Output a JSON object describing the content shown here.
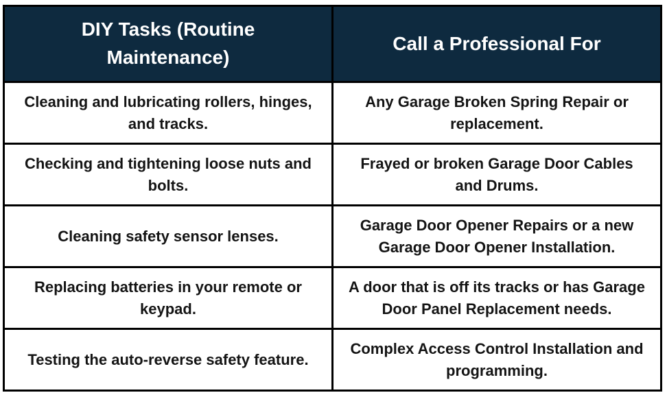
{
  "table": {
    "headers": [
      {
        "label": "DIY Tasks (Routine\nMaintenance)"
      },
      {
        "label": "Call a Professional For"
      }
    ],
    "rows": [
      {
        "diy": "Cleaning and lubricating rollers, hinges,\nand tracks.",
        "pro": "Any Garage Broken Spring Repair or\nreplacement."
      },
      {
        "diy": "Checking and tightening loose nuts and\nbolts.",
        "pro": "Frayed or broken Garage Door Cables\nand Drums."
      },
      {
        "diy": "Cleaning safety sensor lenses.",
        "pro": "Garage Door Opener Repairs or a new\nGarage Door Opener Installation."
      },
      {
        "diy": "Replacing batteries in your remote or\nkeypad.",
        "pro": "A door that is off its tracks or has Garage\nDoor Panel Replacement needs."
      },
      {
        "diy": "Testing the auto-reverse safety feature.",
        "pro": "Complex Access Control Installation and\nprogramming."
      }
    ]
  },
  "colors": {
    "header_bg": "#0e2a3f",
    "header_text": "#ffffff",
    "body_text": "#141414",
    "border": "#000000",
    "cell_bg": "#ffffff"
  }
}
